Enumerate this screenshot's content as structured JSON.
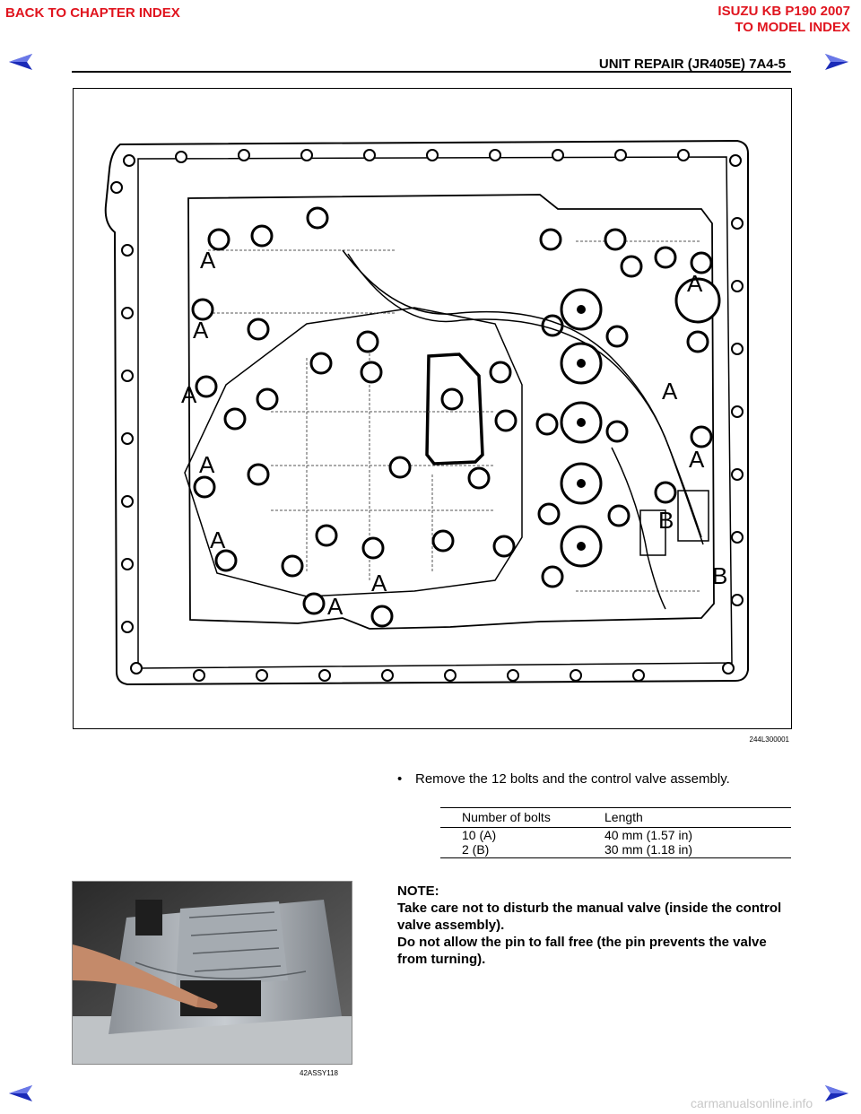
{
  "nav": {
    "back_link": "BACK TO CHAPTER INDEX",
    "model_title": "ISUZU KB P190 2007",
    "model_index_link": "TO MODEL INDEX"
  },
  "header": {
    "section": "UNIT REPAIR (JR405E)  7A4-5"
  },
  "figure": {
    "code": "244L300001",
    "callouts": [
      "A",
      "A",
      "A",
      "A",
      "A",
      "A",
      "A",
      "A",
      "A",
      "A",
      "B",
      "B"
    ]
  },
  "instruction": {
    "bullet": "•",
    "text": "Remove the 12 bolts and the control valve assembly."
  },
  "spec_table": {
    "headers": [
      "Number of bolts",
      "Length"
    ],
    "rows": [
      [
        "10 (A)",
        "40 mm (1.57 in)"
      ],
      [
        "2 (B)",
        "30 mm (1.18 in)"
      ]
    ]
  },
  "note": {
    "title": "NOTE:",
    "lines": [
      "Take care not to disturb the manual valve (inside the control valve assembly).",
      "Do not allow the pin to fall free (the pin prevents the valve from turning)."
    ]
  },
  "photo": {
    "code": "42ASSY118"
  },
  "watermark": "carmanualsonline.info",
  "colors": {
    "link_red": "#e0141e",
    "nav_arrow_blue": "#1a2ab8"
  }
}
